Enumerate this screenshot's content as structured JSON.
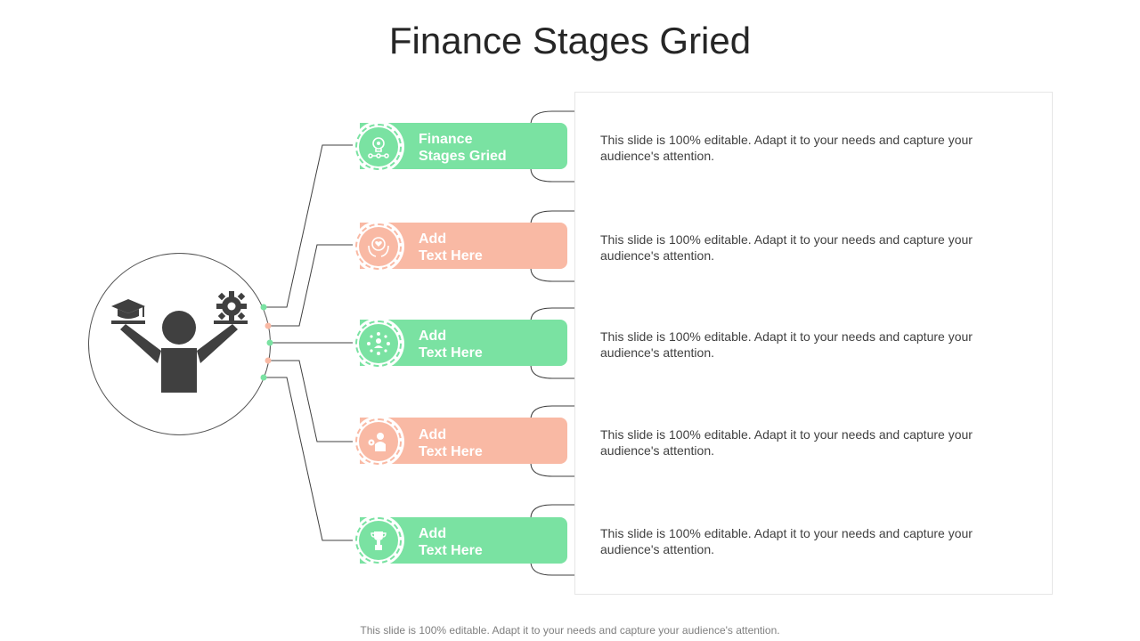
{
  "title": "Finance Stages Gried",
  "footer": "This slide is 100% editable. Adapt it to your needs and capture your audience's attention.",
  "colors": {
    "green": "#7ae2a2",
    "salmon": "#f9b9a4",
    "dark": "#404040"
  },
  "hub": {
    "icon": "person-balancing-graduation-cap-and-gear-icon"
  },
  "stages": [
    {
      "line1": "Finance",
      "line2": "Stages Gried",
      "color": "green",
      "icon": "bulb-gear-network-icon",
      "description": "This slide is 100% editable. Adapt it to your needs and capture your audience's attention."
    },
    {
      "line1": "Add",
      "line2": "Text Here",
      "color": "salmon",
      "icon": "hands-holding-heart-icon",
      "description": "This slide is 100% editable. Adapt it to your needs and capture your audience's attention."
    },
    {
      "line1": "Add",
      "line2": "Text Here",
      "color": "green",
      "icon": "team-network-icon",
      "description": "This slide is 100% editable. Adapt it to your needs and capture your audience's attention."
    },
    {
      "line1": "Add",
      "line2": "Text Here",
      "color": "salmon",
      "icon": "person-with-gear-icon",
      "description": "This slide is 100% editable. Adapt it to your needs and capture your audience's attention."
    },
    {
      "line1": "Add",
      "line2": "Text Here",
      "color": "green",
      "icon": "hand-holding-trophy-icon",
      "description": "This slide is 100% editable. Adapt it to your needs and capture your audience's attention."
    }
  ]
}
